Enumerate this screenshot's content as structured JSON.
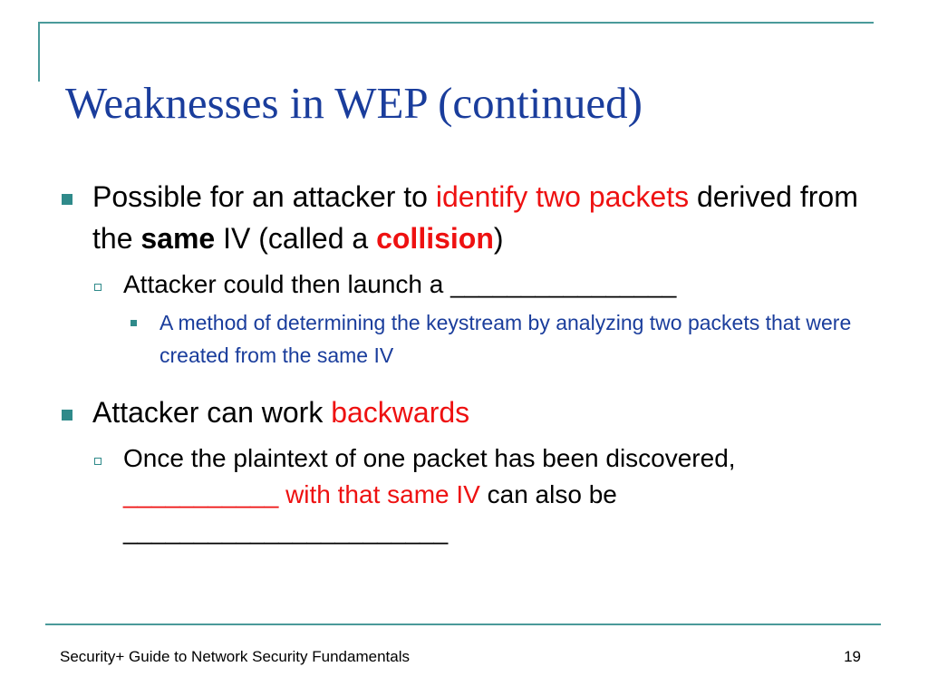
{
  "slide": {
    "title": "Weaknesses in WEP (continued)",
    "bullets": [
      {
        "segments": [
          {
            "text": "Possible for an attacker to "
          },
          {
            "text": "identify two packets"
          },
          {
            "text": " derived from the "
          },
          {
            "text": "same"
          },
          {
            "text": " IV (called a "
          },
          {
            "text": "collision"
          },
          {
            "text": ")"
          }
        ],
        "sub": [
          {
            "text": "Attacker could then launch a ________________",
            "sub": [
              {
                "text": "A method of determining the keystream by analyzing two packets that were created from the same IV"
              }
            ]
          }
        ]
      },
      {
        "segments": [
          {
            "text": "Attacker can work "
          },
          {
            "text": "backwards"
          }
        ],
        "sub": [
          {
            "segments": [
              {
                "text": "Once the plaintext of one packet has been discovered, "
              },
              {
                "text": "___________ with that same IV"
              },
              {
                "text": " can also be _______________________"
              }
            ]
          }
        ]
      }
    ],
    "colors": {
      "title": "#1a3d9c",
      "highlight": "#ee1111",
      "accent": "#2f8a8a",
      "sub_text": "#1a3d9c"
    }
  },
  "footer": {
    "text": "Security+ Guide to Network Security Fundamentals",
    "page_number": "19"
  }
}
